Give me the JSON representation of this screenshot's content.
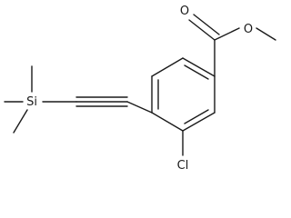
{
  "molecule": {
    "atom_labels": {
      "silicon": "Si",
      "chlorine": "Cl",
      "carbonyl_oxygen": "O",
      "ester_oxygen": "O"
    }
  }
}
